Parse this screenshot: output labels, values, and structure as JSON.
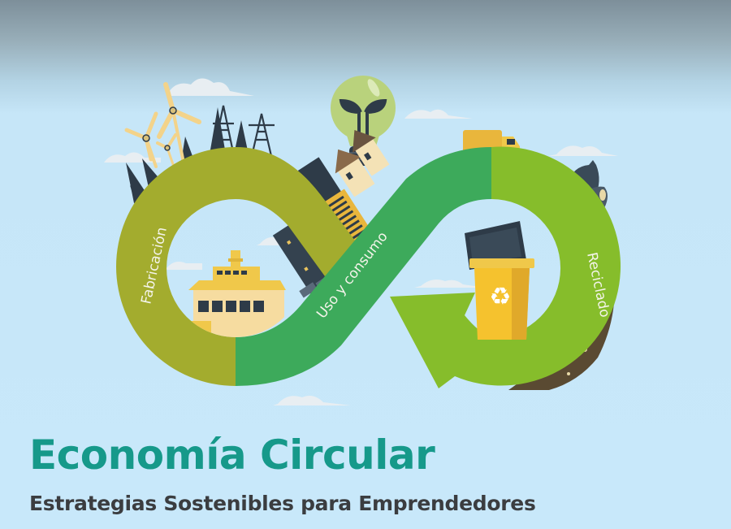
{
  "illustration": {
    "stages": [
      {
        "label": "Fabricación",
        "color": "#a3ac2e"
      },
      {
        "label": "Uso y consumo",
        "color": "#3daa5b"
      },
      {
        "label": "Reciclado",
        "color": "#86bd2b"
      }
    ],
    "elements": [
      "wind-turbines",
      "power-towers",
      "pine-trees",
      "lightbulb-with-sprout",
      "garbage-truck",
      "garbage-bags",
      "factory",
      "buildings",
      "houses-with-solar-panels",
      "recycling-bin",
      "old-monitor",
      "landfill-mound",
      "clouds"
    ],
    "sky_color": "#c8e8fa"
  },
  "header": {
    "title": "Economía Circular",
    "subtitle": "Estrategias Sostenibles para Emprendedores",
    "title_color": "#16998a",
    "subtitle_color": "#3b3d40"
  }
}
